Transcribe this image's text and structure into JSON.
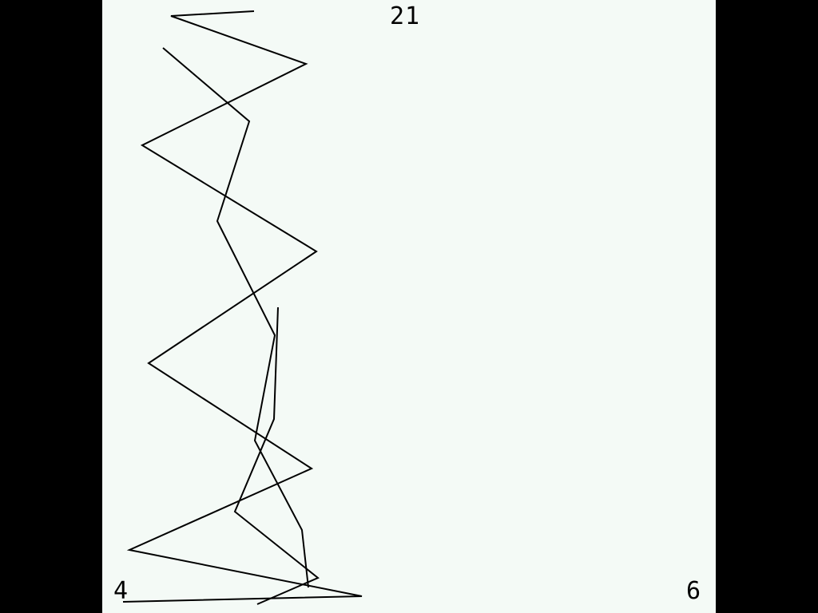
{
  "hud": {
    "top_value": "21",
    "bottom_left_value": "4",
    "bottom_right_value": "6"
  },
  "colors": {
    "background": "#f4faf6",
    "border": "#000000",
    "stroke": "#000000"
  }
}
